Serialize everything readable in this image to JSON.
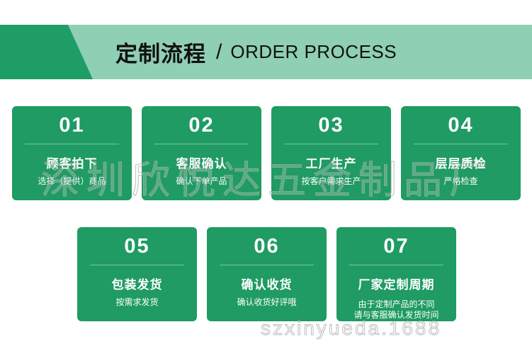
{
  "header": {
    "title_cn": "定制流程",
    "separator": "/",
    "title_en": "ORDER PROCESS"
  },
  "steps": [
    {
      "number": "01",
      "title": "顾客拍下",
      "desc": "选择（提供）商品"
    },
    {
      "number": "02",
      "title": "客服确认",
      "desc": "确认下单产品"
    },
    {
      "number": "03",
      "title": "工厂生产",
      "desc": "按客户需求生产"
    },
    {
      "number": "04",
      "title": "层层质检",
      "desc": "严格检查"
    },
    {
      "number": "05",
      "title": "包装发货",
      "desc": "按需求发货"
    },
    {
      "number": "06",
      "title": "确认收货",
      "desc": "确认收货好评哦"
    },
    {
      "number": "07",
      "title": "厂家定制周期",
      "desc": "由于定制产品的不同",
      "desc2": "请与客服确认发货时间"
    }
  ],
  "watermark": {
    "company": "深圳欣悦达五金制品厂",
    "site": "szxinyueda.1688"
  },
  "colors": {
    "band_light": "#8fcfb3",
    "band_dark": "#1f9d67",
    "card_green": "#1f9b63"
  }
}
